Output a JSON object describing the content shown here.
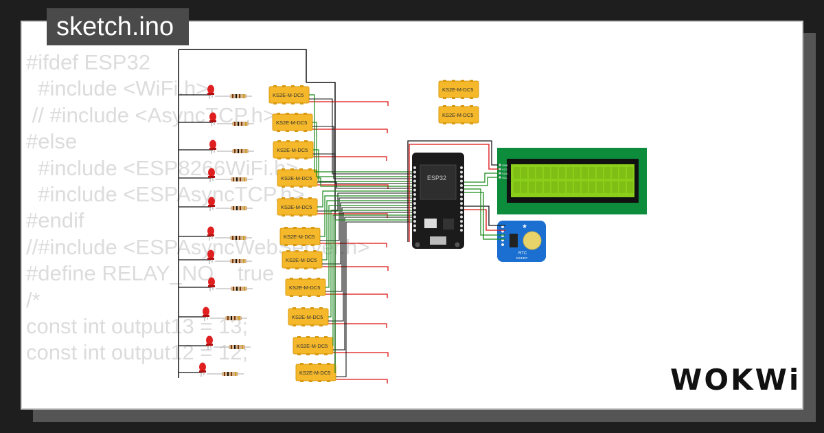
{
  "title": "sketch.ino",
  "code_lines": [
    "#ifdef ESP32",
    "  #include <WiFi.h>",
    " // #include <AsyncTCP.h>",
    "#else",
    "  #include <ESP8266WiFi.h>",
    "  #include <ESPAsyncTCP.h>",
    "#endif",
    "//#include <ESPAsyncWebServer.h>",
    "#define RELAY_NO    true",
    "/*",
    "const int output13 = 13;",
    "const int output12 = 12;"
  ],
  "relay_label": "KS2E-M-DC5",
  "esp_label": "ESP32",
  "rtc_label": "RTC",
  "rtc_sub": "DS1307",
  "lcd_pins": [
    "GND",
    "VCC",
    "SDA",
    "SCL"
  ],
  "brand": "WOKWi",
  "colors": {
    "relay": "#f4b82a",
    "led": "#e02020",
    "lcd_board": "#0d8c3c",
    "lcd_screen": "#8ccf1a",
    "rtc_board": "#1a6fd0",
    "wire_red": "#dd1111",
    "wire_green": "#1a8a1a",
    "wire_black": "#111111"
  }
}
